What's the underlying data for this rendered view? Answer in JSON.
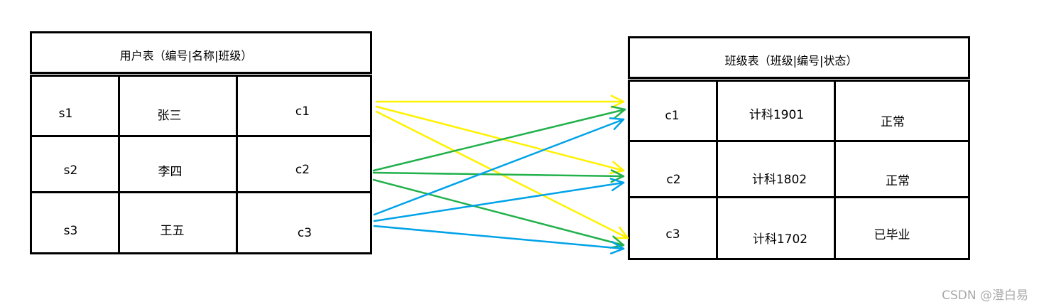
{
  "left_table": {
    "title": "用户表（编号|名称|班级）",
    "rows": [
      [
        "s1",
        "张三",
        "c1"
      ],
      [
        "s2",
        "李四",
        "c2"
      ],
      [
        "s3",
        "王五",
        "c3"
      ]
    ]
  },
  "right_table": {
    "title": "班级表（班级|编号|状态）",
    "rows": [
      [
        "c1",
        "计科1901",
        "正常"
      ],
      [
        "c2",
        "计科1802",
        "正常"
      ],
      [
        "c3",
        "计科1702",
        "已毕业"
      ]
    ]
  },
  "connections": [
    {
      "from": 0,
      "to": 0,
      "color": "#FFF200"
    },
    {
      "from": 0,
      "to": 1,
      "color": "#FFF200"
    },
    {
      "from": 0,
      "to": 2,
      "color": "#FFF200"
    },
    {
      "from": 1,
      "to": 0,
      "color": "#22B14C"
    },
    {
      "from": 1,
      "to": 1,
      "color": "#22B14C"
    },
    {
      "from": 1,
      "to": 2,
      "color": "#22B14C"
    },
    {
      "from": 2,
      "to": 0,
      "color": "#00A2E8"
    },
    {
      "from": 2,
      "to": 1,
      "color": "#00A2E8"
    },
    {
      "from": 2,
      "to": 2,
      "color": "#00A2E8"
    }
  ],
  "watermark": "CSDN @澄白易"
}
